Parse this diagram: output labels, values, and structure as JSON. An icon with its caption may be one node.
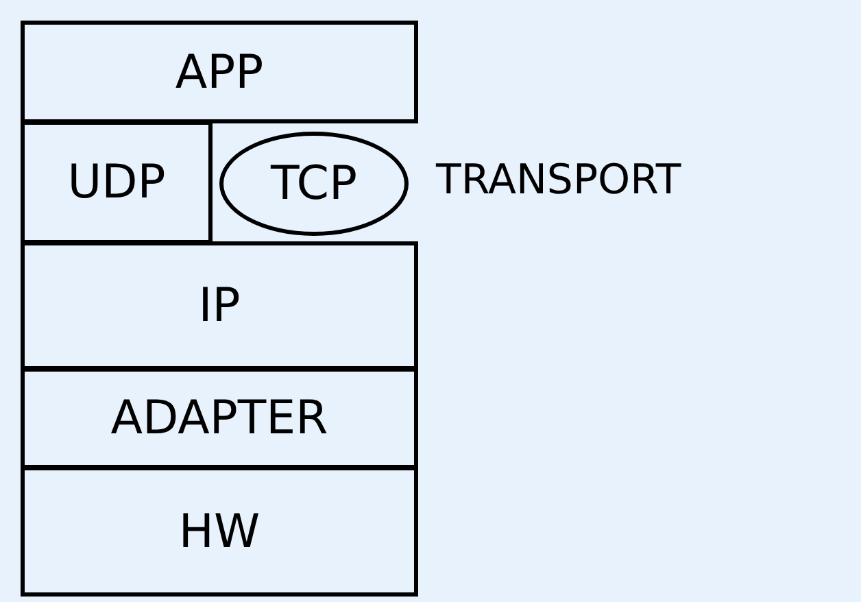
{
  "diagram": {
    "nodes": [
      {
        "text": [
          "APP"
        ]
      },
      {
        "text": [
          "UDP"
        ]
      },
      {
        "text": [
          "TCP"
        ]
      },
      {
        "text": [
          "IP"
        ]
      },
      {
        "text": [
          "ADAPTER"
        ]
      },
      {
        "text": [
          "HW"
        ]
      }
    ],
    "labels": [
      "TRANSPORT"
    ]
  }
}
